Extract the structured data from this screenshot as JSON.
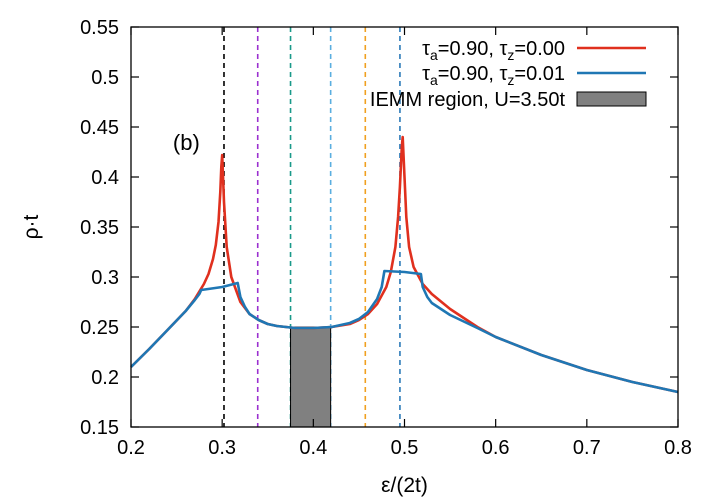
{
  "chart_data": {
    "type": "line",
    "xlabel": "ε/(2t)",
    "ylabel": "ρ·t",
    "xlim": [
      0.2,
      0.8
    ],
    "ylim": [
      0.15,
      0.55
    ],
    "xticks": [
      "0.2",
      "0.3",
      "0.4",
      "0.5",
      "0.6",
      "0.7",
      "0.8"
    ],
    "yticks": [
      "0.15",
      "0.2",
      "0.25",
      "0.3",
      "0.35",
      "0.4",
      "0.45",
      "0.5",
      "0.55"
    ],
    "grid": false,
    "legend_position": "top-right",
    "annotation": "(b)",
    "series": [
      {
        "name": "τa=0.90, τz=0.00",
        "legend_parts": {
          "s1": "τ",
          "sub1": "a",
          "mid": "=0.90, τ",
          "sub2": "z",
          "end": "=0.00"
        },
        "color": "#e0301e",
        "x": [
          0.2,
          0.22,
          0.24,
          0.26,
          0.27,
          0.28,
          0.285,
          0.29,
          0.293,
          0.296,
          0.298,
          0.299,
          0.3,
          0.302,
          0.305,
          0.31,
          0.32,
          0.33,
          0.34,
          0.35,
          0.36,
          0.38,
          0.4,
          0.42,
          0.44,
          0.45,
          0.46,
          0.47,
          0.48,
          0.485,
          0.49,
          0.493,
          0.495,
          0.497,
          0.498,
          0.5,
          0.502,
          0.505,
          0.51,
          0.52,
          0.53,
          0.55,
          0.58,
          0.6,
          0.65,
          0.7,
          0.75,
          0.8
        ],
        "y": [
          0.21,
          0.228,
          0.247,
          0.266,
          0.278,
          0.293,
          0.303,
          0.318,
          0.332,
          0.355,
          0.385,
          0.41,
          0.422,
          0.375,
          0.33,
          0.3,
          0.275,
          0.263,
          0.257,
          0.253,
          0.251,
          0.249,
          0.249,
          0.25,
          0.253,
          0.257,
          0.263,
          0.273,
          0.29,
          0.305,
          0.33,
          0.36,
          0.39,
          0.43,
          0.44,
          0.4,
          0.36,
          0.33,
          0.31,
          0.293,
          0.283,
          0.268,
          0.25,
          0.24,
          0.222,
          0.207,
          0.195,
          0.185
        ]
      },
      {
        "name": "τa=0.90, τz=0.01",
        "legend_parts": {
          "s1": "τ",
          "sub1": "a",
          "mid": "=0.90, τ",
          "sub2": "z",
          "end": "=0.01"
        },
        "color": "#1f77b4",
        "x": [
          0.2,
          0.22,
          0.24,
          0.26,
          0.27,
          0.275,
          0.277,
          0.3,
          0.317,
          0.32,
          0.325,
          0.33,
          0.34,
          0.35,
          0.36,
          0.38,
          0.4,
          0.42,
          0.44,
          0.45,
          0.46,
          0.47,
          0.475,
          0.478,
          0.5,
          0.518,
          0.52,
          0.525,
          0.53,
          0.55,
          0.58,
          0.6,
          0.65,
          0.7,
          0.75,
          0.8
        ],
        "y": [
          0.21,
          0.228,
          0.247,
          0.266,
          0.277,
          0.283,
          0.287,
          0.29,
          0.294,
          0.28,
          0.27,
          0.263,
          0.257,
          0.253,
          0.251,
          0.249,
          0.249,
          0.25,
          0.254,
          0.258,
          0.265,
          0.278,
          0.29,
          0.306,
          0.305,
          0.303,
          0.29,
          0.28,
          0.274,
          0.262,
          0.249,
          0.24,
          0.222,
          0.207,
          0.195,
          0.185
        ]
      }
    ],
    "shaded_region": {
      "label": "IEMM region, U=3.50t",
      "x_start": 0.375,
      "x_end": 0.419,
      "color": "#808080"
    },
    "vlines": [
      {
        "x": 0.302,
        "color": "#000000"
      },
      {
        "x": 0.339,
        "color": "#9b30d0"
      },
      {
        "x": 0.375,
        "color": "#1a9a8a"
      },
      {
        "x": 0.419,
        "color": "#5aaee0"
      },
      {
        "x": 0.457,
        "color": "#f0a020"
      },
      {
        "x": 0.495,
        "color": "#2a7ab8"
      }
    ]
  }
}
